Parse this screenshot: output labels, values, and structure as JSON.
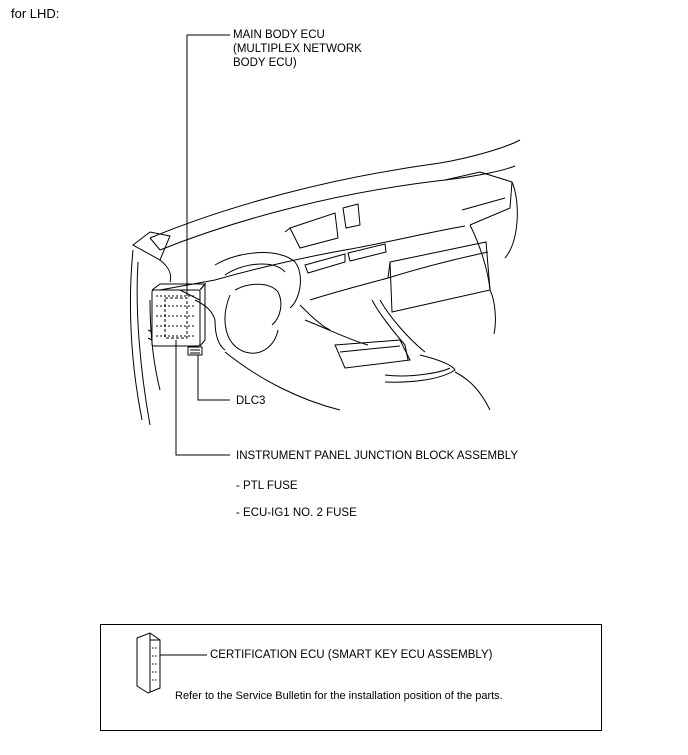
{
  "header": {
    "label": "for LHD:"
  },
  "callouts": {
    "main_body_ecu": [
      "MAIN BODY ECU",
      "(MULTIPLEX NETWORK",
      "BODY ECU)"
    ],
    "dlc3": "DLC3",
    "junction_block": "INSTRUMENT PANEL JUNCTION BLOCK ASSEMBLY",
    "fuse_1": "- PTL FUSE",
    "fuse_2": "- ECU-IG1 NO. 2 FUSE"
  },
  "note_box": {
    "certification_ecu": "CERTIFICATION ECU (SMART KEY ECU ASSEMBLY)",
    "note": "Refer to the Service Bulletin for the installation position of the parts."
  }
}
